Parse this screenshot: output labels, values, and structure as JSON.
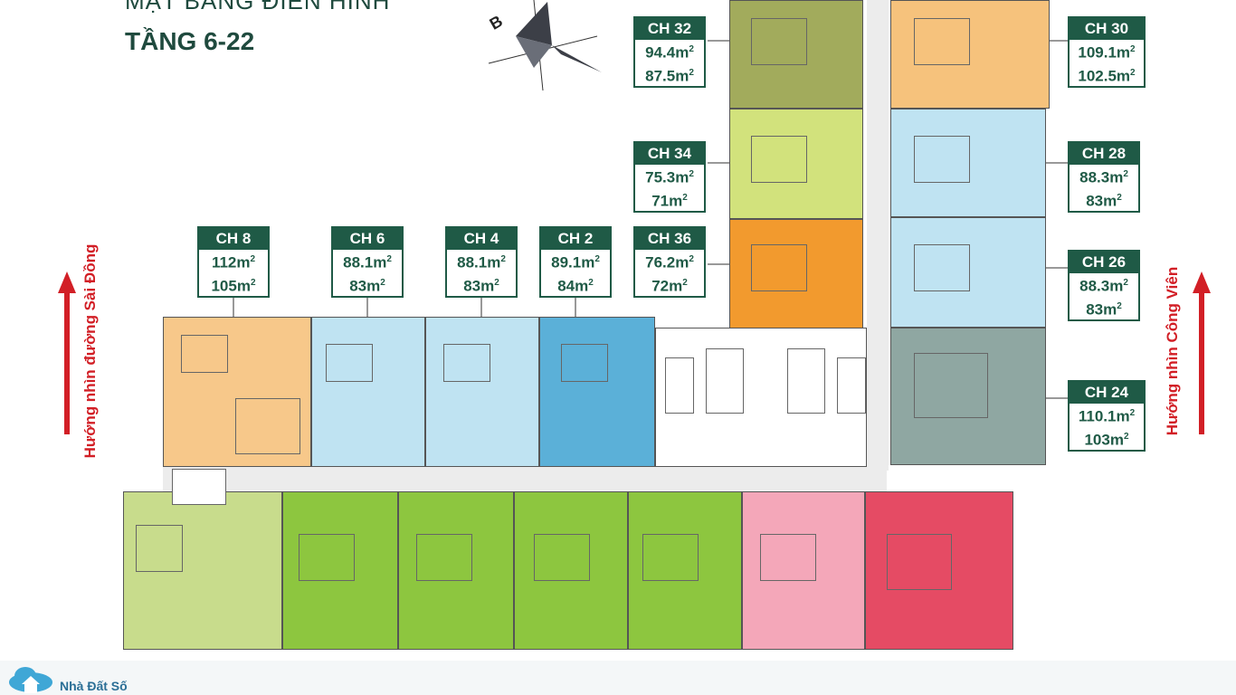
{
  "header": {
    "title_line1": "MẶT BẰNG ĐIỂN HÌNH",
    "title_line2": "TẦNG 6-22"
  },
  "compass_letter": "B",
  "directions": {
    "left": "Hướng nhìn đường Sài Đồng",
    "right": "Hướng nhìn Công Viên"
  },
  "colors": {
    "tag_green": "#1f5a46",
    "red": "#d21f26",
    "olive": "#a2ab5c",
    "lime": "#d2e27c",
    "orange_bright": "#f29a2e",
    "peach": "#f7c88a",
    "light_blue": "#bfe3f2",
    "blue": "#5bb0d8",
    "teal_gray": "#8fa7a2",
    "green": "#8dc63f",
    "pale_green": "#c8dc8c",
    "pink": "#f4a7b9",
    "crimson": "#e54b64",
    "orange_light": "#f6c27c"
  },
  "units": [
    {
      "id": "ch32",
      "name": "CH 32",
      "area1": "94.4",
      "area2": "87.5"
    },
    {
      "id": "ch30",
      "name": "CH 30",
      "area1": "109.1",
      "area2": "102.5"
    },
    {
      "id": "ch34",
      "name": "CH 34",
      "area1": "75.3",
      "area2": "71"
    },
    {
      "id": "ch28",
      "name": "CH 28",
      "area1": "88.3",
      "area2": "83"
    },
    {
      "id": "ch8",
      "name": "CH 8",
      "area1": "112",
      "area2": "105"
    },
    {
      "id": "ch6",
      "name": "CH 6",
      "area1": "88.1",
      "area2": "83"
    },
    {
      "id": "ch4",
      "name": "CH 4",
      "area1": "88.1",
      "area2": "83"
    },
    {
      "id": "ch2",
      "name": "CH 2",
      "area1": "89.1",
      "area2": "84"
    },
    {
      "id": "ch36",
      "name": "CH 36",
      "area1": "76.2",
      "area2": "72"
    },
    {
      "id": "ch26",
      "name": "CH 26",
      "area1": "88.3",
      "area2": "83"
    },
    {
      "id": "ch24",
      "name": "CH 24",
      "area1": "110.1",
      "area2": "103"
    }
  ],
  "unit_suffix": "m",
  "unit_sup": "2",
  "logo": {
    "text": "Nhà Đất Số"
  }
}
